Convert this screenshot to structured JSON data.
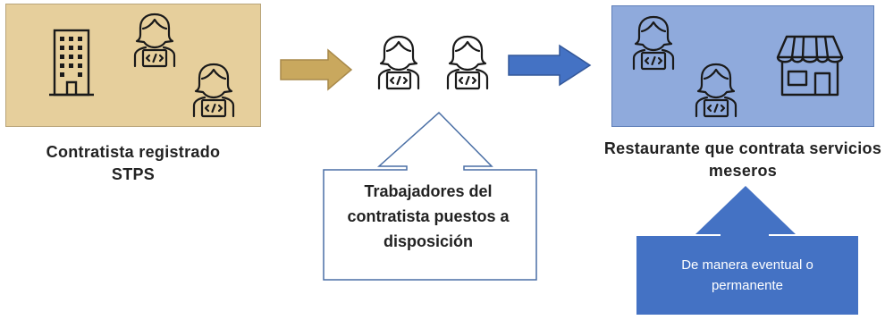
{
  "nodes": {
    "contractor": {
      "label": "Contratista registrado\nSTPS"
    },
    "workers": {
      "label": "Trabajadores del contratista puestos a disposición"
    },
    "restaurant": {
      "label": "Restaurante que contrata servicios meseros"
    },
    "mode": {
      "label": "De manera eventual o permanente"
    }
  },
  "icons": {
    "building": "building-icon",
    "worker": "worker-laptop-icon",
    "store": "storefront-icon"
  },
  "colors": {
    "contractor_fill": "#e6cf9c",
    "restaurant_fill": "#8faadc",
    "gold_arrow": "#c9a85e",
    "blue_arrow": "#4472c4",
    "eventual_fill": "#4472c4"
  }
}
